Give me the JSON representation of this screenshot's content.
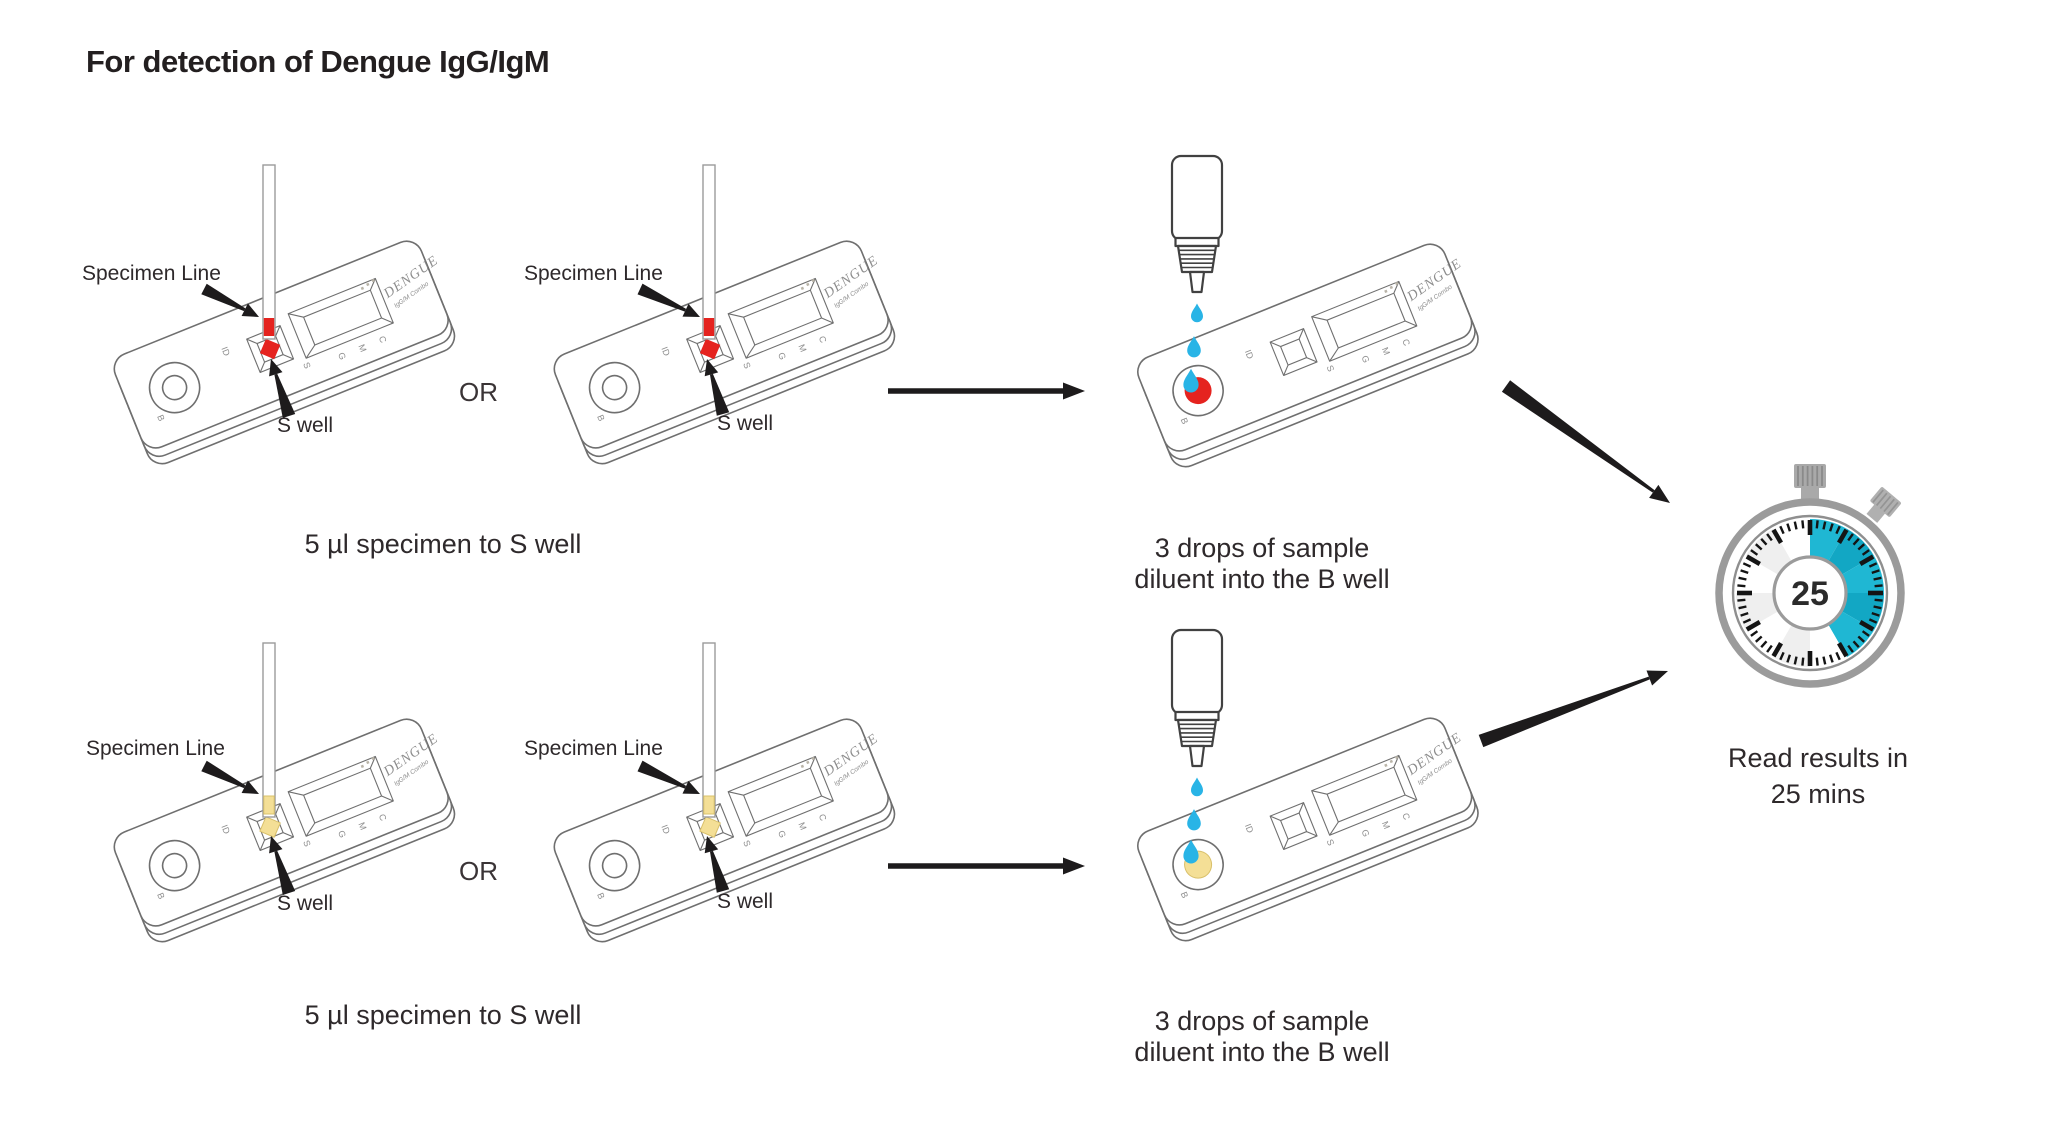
{
  "title": "For detection of Dengue IgG/IgM",
  "labels": {
    "specimen_line": "Specimen Line",
    "s_well": "S well",
    "or": "OR"
  },
  "steps": {
    "step1_caption": "5 µl specimen to S well",
    "step2_caption_line1": "3 drops of sample",
    "step2_caption_line2": "diluent into the B well",
    "result_line1": "Read results in",
    "result_line2": "25 mins"
  },
  "timer": {
    "minutes": "25"
  },
  "device": {
    "brand": "DENGUE",
    "variant": "IgG/M Combo",
    "window_letters": [
      "G",
      "M",
      "C"
    ],
    "s_letter": "S",
    "b_letter": "B",
    "id_label": "ID"
  },
  "colors": {
    "whole_blood_red": "#e5231f",
    "serum_yellow": "#f4df96",
    "serum_yellow_edge": "#d9c06a",
    "diluent_drop_cyan": "#29b4e6",
    "timer_teal_bright": "#1fb7d3",
    "timer_teal_dark": "#12a7c4",
    "outline_gray": "#6f6f6f",
    "arrow_black": "#1d1b1c"
  }
}
